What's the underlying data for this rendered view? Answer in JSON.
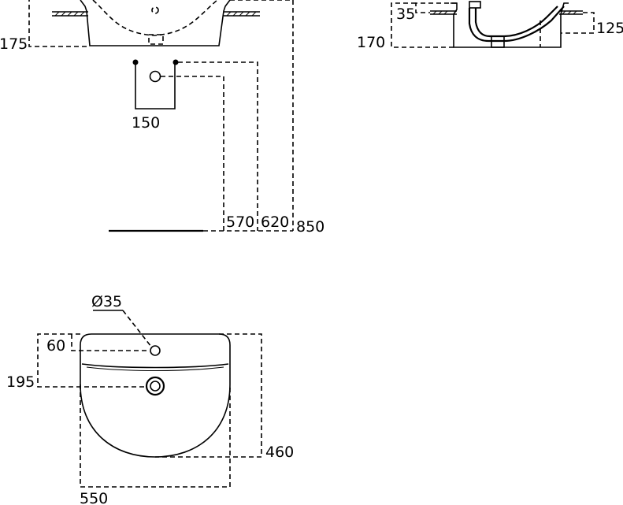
{
  "views": {
    "front": {
      "dims": {
        "basin_height": "175",
        "waste_spacing": "150",
        "waste_height": "570",
        "fixing_height": "620",
        "rim_height": "850"
      }
    },
    "side": {
      "dims": {
        "deck_thickness": "35",
        "overall_depth": "170",
        "bowl_depth": "125"
      }
    },
    "plan": {
      "dims": {
        "tap_hole_diameter": "Ø35",
        "tap_hole_offset": "60",
        "bowl_offset": "195",
        "depth": "460",
        "width": "550"
      }
    }
  }
}
